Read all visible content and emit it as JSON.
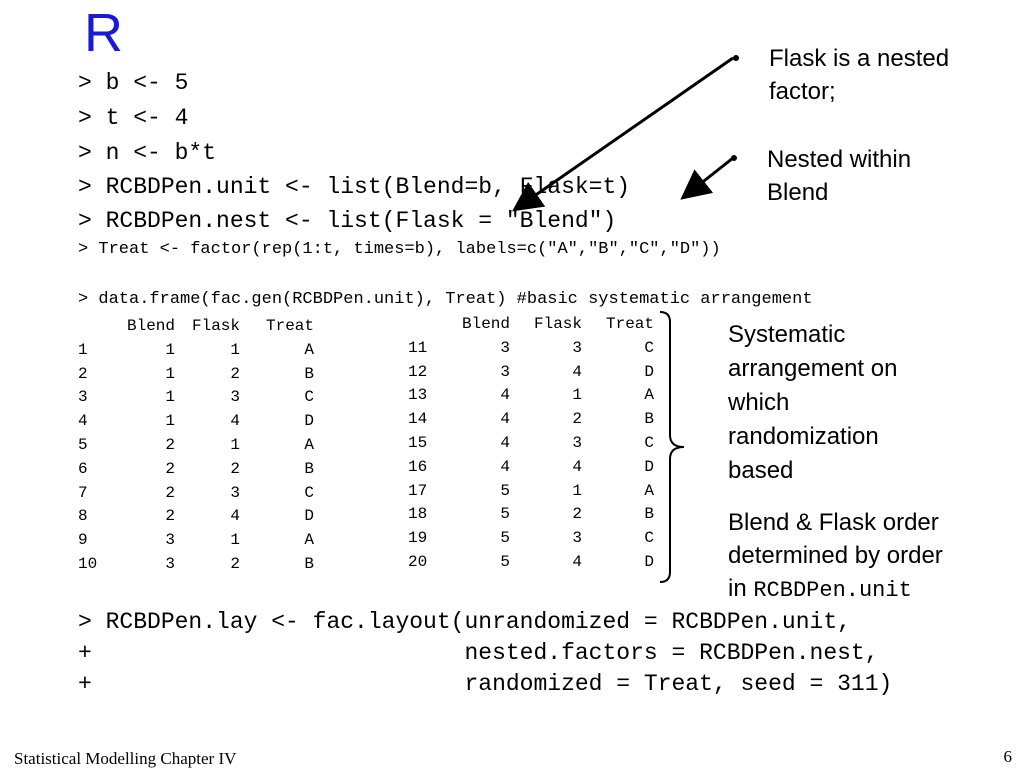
{
  "slide": {
    "title": "R",
    "code_top": [
      "> b <- 5",
      "> t <- 4",
      "> n <- b*t",
      "> RCBDPen.unit <- list(Blend=b, Flask=t)",
      "> RCBDPen.nest <- list(Flask = \"Blend\")"
    ],
    "code_treat": "> Treat <- factor(rep(1:t, times=b), labels=c(\"A\",\"B\",\"C\",\"D\"))",
    "code_frame": "> data.frame(fac.gen(RCBDPen.unit), Treat) #basic systematic arrangement",
    "table": {
      "headers": [
        "",
        "Blend",
        "Flask",
        "Treat"
      ],
      "rows_left": [
        [
          "1",
          "1",
          "1",
          "A"
        ],
        [
          "2",
          "1",
          "2",
          "B"
        ],
        [
          "3",
          "1",
          "3",
          "C"
        ],
        [
          "4",
          "1",
          "4",
          "D"
        ],
        [
          "5",
          "2",
          "1",
          "A"
        ],
        [
          "6",
          "2",
          "2",
          "B"
        ],
        [
          "7",
          "2",
          "3",
          "C"
        ],
        [
          "8",
          "2",
          "4",
          "D"
        ],
        [
          "9",
          "3",
          "1",
          "A"
        ],
        [
          "10",
          "3",
          "2",
          "B"
        ]
      ],
      "rows_right": [
        [
          "11",
          "3",
          "3",
          "C"
        ],
        [
          "12",
          "3",
          "4",
          "D"
        ],
        [
          "13",
          "4",
          "1",
          "A"
        ],
        [
          "14",
          "4",
          "2",
          "B"
        ],
        [
          "15",
          "4",
          "3",
          "C"
        ],
        [
          "16",
          "4",
          "4",
          "D"
        ],
        [
          "17",
          "5",
          "1",
          "A"
        ],
        [
          "18",
          "5",
          "2",
          "B"
        ],
        [
          "19",
          "5",
          "3",
          "C"
        ],
        [
          "20",
          "5",
          "4",
          "D"
        ]
      ]
    },
    "code_bottom": [
      "> RCBDPen.lay <- fac.layout(unrandomized = RCBDPen.unit,",
      "+                           nested.factors = RCBDPen.nest,",
      "+                           randomized = Treat, seed = 311)"
    ],
    "notes": {
      "flask_nested": [
        "Flask is a nested",
        "factor;"
      ],
      "nested_within": [
        "Nested within",
        "Blend"
      ],
      "systematic": [
        "Systematic",
        "arrangement on",
        "which",
        "randomization",
        "based"
      ],
      "order": [
        "Blend & Flask order",
        "determined by order"
      ],
      "order_in_prefix": "in ",
      "order_in_code": "RCBDPen.unit"
    },
    "footer": {
      "left": "Statistical Modelling   Chapter IV",
      "page": "6"
    }
  }
}
